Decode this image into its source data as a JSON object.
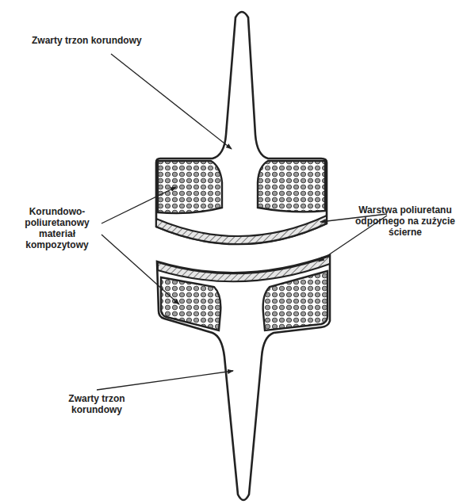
{
  "diagram": {
    "labels": [
      "Zwarty trzon korundowy",
      "Korundowo-poliuretanowy materiał kompozytowy",
      "Warstwa poliuretanu odpornego na zużycie ścierne",
      "Zwarty trzon korundowy"
    ]
  }
}
